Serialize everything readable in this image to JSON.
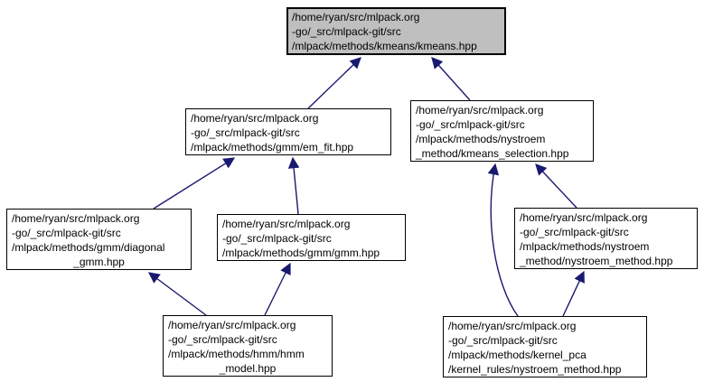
{
  "diagram": {
    "type": "include-dependency-graph",
    "colors": {
      "edge": "#191970",
      "node_border": "#000000",
      "node_fill": "#ffffff",
      "highlight_fill": "#bfbfbf",
      "background": "#ffffff"
    },
    "nodes": [
      {
        "id": "kmeans-hpp",
        "highlighted": true,
        "lines": [
          "/home/ryan/src/mlpack.org",
          "-go/_src/mlpack-git/src",
          "/mlpack/methods/kmeans/kmeans.hpp"
        ]
      },
      {
        "id": "em-fit-hpp",
        "highlighted": false,
        "lines": [
          "/home/ryan/src/mlpack.org",
          "-go/_src/mlpack-git/src",
          "/mlpack/methods/gmm/em_fit.hpp"
        ]
      },
      {
        "id": "kmeans-selection-hpp",
        "highlighted": false,
        "lines": [
          "/home/ryan/src/mlpack.org",
          "-go/_src/mlpack-git/src",
          "/mlpack/methods/nystroem",
          "_method/kmeans_selection.hpp"
        ]
      },
      {
        "id": "diagonal-gmm-hpp",
        "highlighted": false,
        "lines": [
          "/home/ryan/src/mlpack.org",
          "-go/_src/mlpack-git/src",
          "/mlpack/methods/gmm/diagonal",
          "_gmm.hpp"
        ]
      },
      {
        "id": "gmm-hpp",
        "highlighted": false,
        "lines": [
          "/home/ryan/src/mlpack.org",
          "-go/_src/mlpack-git/src",
          "/mlpack/methods/gmm/gmm.hpp"
        ]
      },
      {
        "id": "nystroem-method-hpp",
        "highlighted": false,
        "lines": [
          "/home/ryan/src/mlpack.org",
          "-go/_src/mlpack-git/src",
          "/mlpack/methods/nystroem",
          "_method/nystroem_method.hpp"
        ]
      },
      {
        "id": "hmm-model-hpp",
        "highlighted": false,
        "lines": [
          "/home/ryan/src/mlpack.org",
          "-go/_src/mlpack-git/src",
          "/mlpack/methods/hmm/hmm",
          "_model.hpp"
        ]
      },
      {
        "id": "kernel-pca-nystroem-method-hpp",
        "highlighted": false,
        "lines": [
          "/home/ryan/src/mlpack.org",
          "-go/_src/mlpack-git/src",
          "/mlpack/methods/kernel_pca",
          "/kernel_rules/nystroem_method.hpp"
        ]
      }
    ],
    "edges": [
      {
        "from": "em-fit-hpp",
        "to": "kmeans-hpp"
      },
      {
        "from": "kmeans-selection-hpp",
        "to": "kmeans-hpp"
      },
      {
        "from": "diagonal-gmm-hpp",
        "to": "em-fit-hpp"
      },
      {
        "from": "gmm-hpp",
        "to": "em-fit-hpp"
      },
      {
        "from": "hmm-model-hpp",
        "to": "diagonal-gmm-hpp"
      },
      {
        "from": "hmm-model-hpp",
        "to": "gmm-hpp"
      },
      {
        "from": "nystroem-method-hpp",
        "to": "kmeans-selection-hpp"
      },
      {
        "from": "kernel-pca-nystroem-method-hpp",
        "to": "kmeans-selection-hpp"
      },
      {
        "from": "kernel-pca-nystroem-method-hpp",
        "to": "nystroem-method-hpp"
      }
    ]
  }
}
